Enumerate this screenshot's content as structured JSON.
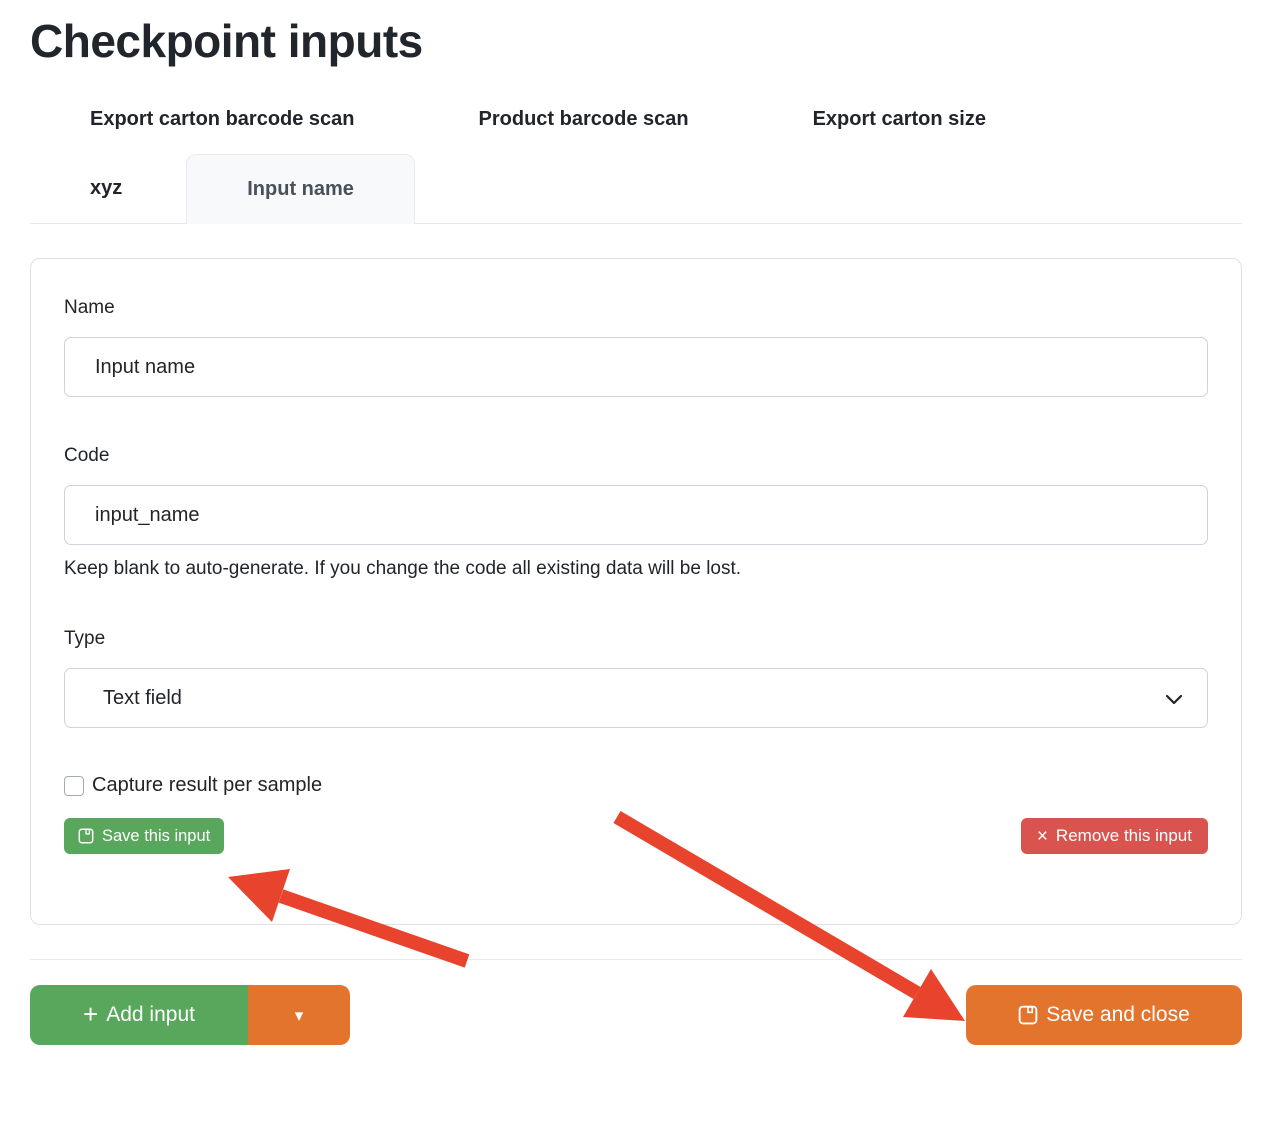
{
  "page": {
    "title": "Checkpoint inputs"
  },
  "checkpoint_tabs": [
    {
      "label": "Export carton barcode scan"
    },
    {
      "label": "Product barcode scan"
    },
    {
      "label": "Export carton size"
    }
  ],
  "input_tabs": [
    {
      "label": "xyz",
      "active": false
    },
    {
      "label": "Input name",
      "active": true
    }
  ],
  "form": {
    "name_label": "Name",
    "name_value": "Input name",
    "code_label": "Code",
    "code_value": "input_name",
    "code_help": "Keep blank to auto-generate. If you change the code all existing data will be lost.",
    "type_label": "Type",
    "type_value": "Text field",
    "capture_label": "Capture result per sample",
    "capture_checked": false,
    "save_input_label": "Save this input",
    "remove_input_label": "Remove this input"
  },
  "footer": {
    "add_input_label": "Add input",
    "save_close_label": "Save and close"
  },
  "icons": {
    "plus": "+",
    "remove_x": "×",
    "caret_down": "▾",
    "save": "floppy-icon",
    "select_chevron": "chevron-down-icon"
  },
  "colors": {
    "green": "#58a75c",
    "orange": "#e3742e",
    "red": "#d9534f",
    "arrow_red": "#e8432c",
    "text_dark": "#212529",
    "tab_active_bg": "#f8f9fa",
    "border_light": "#dee2e6"
  }
}
